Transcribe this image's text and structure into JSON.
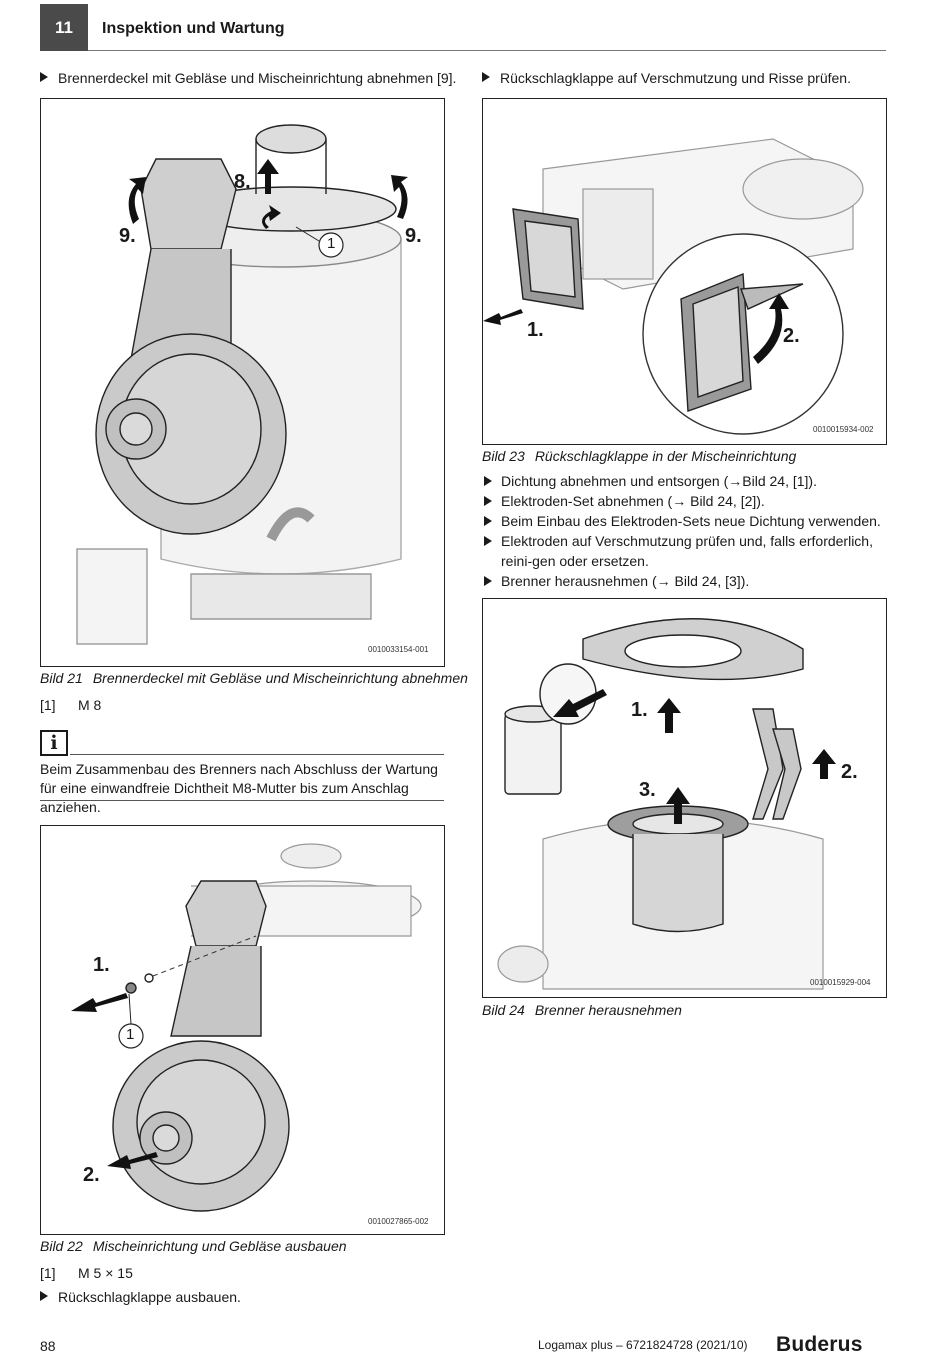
{
  "header": {
    "chapter": "11",
    "title": "Inspektion und Wartung"
  },
  "left": {
    "step_top": "Brennerdeckel mit Gebläse und Mischeinrichtung abnehmen [9].",
    "fig21": {
      "labels": {
        "step8": "8.",
        "step9a": "9.",
        "step9b": "9.",
        "callout1": "1"
      },
      "code": "0010033154-001",
      "caption_num": "Bild 21",
      "caption_text": "Brennerdeckel mit Gebläse und Mischeinrichtung abnehmen"
    },
    "legend1": {
      "key": "[1]",
      "value": "M 8"
    },
    "info": {
      "icon": "info-icon",
      "glyph": "i",
      "text": "Beim Zusammenbau des Brenners nach Abschluss der Wartung für eine einwandfreie Dichtheit M8-Mutter bis zum Anschlag anziehen."
    },
    "fig22": {
      "labels": {
        "step1": "1.",
        "step2": "2.",
        "callout1": "1"
      },
      "code": "0010027865-002",
      "caption_num": "Bild 22",
      "caption_text": "Mischeinrichtung und Gebläse ausbauen"
    },
    "legend2": {
      "key": "[1]",
      "value": "M 5 × 15"
    },
    "step_bottom": "Rückschlagklappe ausbauen."
  },
  "right": {
    "step_top": "Rückschlagklappe auf Verschmutzung und Risse prüfen.",
    "fig23": {
      "labels": {
        "step1": "1.",
        "step2": "2."
      },
      "code": "0010015934-002",
      "caption_num": "Bild 23",
      "caption_text": "Rückschlagklappe in der Mischeinrichtung"
    },
    "steps": [
      "Dichtung abnehmen und entsorgen (→Bild 24, [1]).",
      "Elektroden-Set abnehmen (→ Bild 24, [2]).",
      "Beim Einbau des Elektroden-Sets neue Dichtung verwenden.",
      "Elektroden auf Verschmutzung prüfen und, falls erforderlich, reini-gen oder ersetzen.",
      "Brenner herausnehmen (→ Bild 24, [3])."
    ],
    "fig24": {
      "labels": {
        "step1": "1.",
        "step2": "2.",
        "step3": "3."
      },
      "code": "0010015929-004",
      "caption_num": "Bild 24",
      "caption_text": "Brenner herausnehmen"
    }
  },
  "footer": {
    "page": "88",
    "doc": "Logamax plus – 6721824728 (2021/10)",
    "brand": "Buderus"
  }
}
